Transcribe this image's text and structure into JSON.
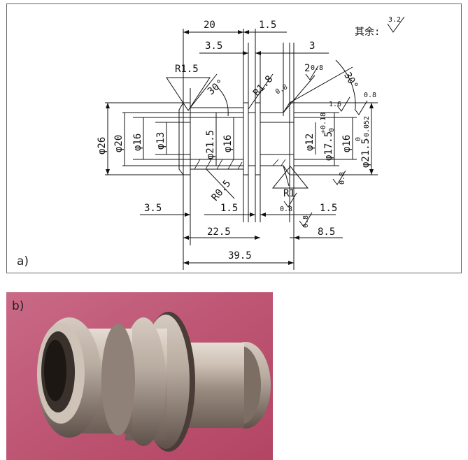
{
  "panel_a": {
    "label": "a)",
    "note_text": "其余:",
    "note_roughness": "3.2",
    "dims": {
      "d_20": "20",
      "d_1_5_top": "1.5",
      "d_3_5_top": "3.5",
      "d_3_top": "3",
      "d_r1_5": "R1.5",
      "d_30_left": "30°",
      "d_r1_8": "R1.8",
      "d_2": "2",
      "d_30_right": "30°",
      "d_phi26": "φ26",
      "d_phi20": "φ20",
      "d_phi16_left": "φ16",
      "d_phi13": "φ13",
      "d_phi21_5_inner": "φ21.5",
      "d_phi16_mid": "φ16",
      "d_phi12": "φ12",
      "d_phi17_5": "φ17.5",
      "d_phi17_5_tol_up": "+0.18",
      "d_phi17_5_tol_low": "0",
      "d_phi16_right": "φ16",
      "d_phi21_5_right": "φ21.5",
      "d_phi21_5_tol_up": "0",
      "d_phi21_5_tol_low": "-0.052",
      "d_r0_5": "R0.5",
      "d_r1": "R1",
      "d_3_5_bottom": "3.5",
      "d_1_5_bottom_mid": "1.5",
      "d_1_5_bottom_right": "1.5",
      "d_22_5": "22.5",
      "d_8_5": "8.5",
      "d_39_5": "39.5",
      "rough_0_8_a": "0.8",
      "rough_0_8_b": "0.8",
      "rough_0_8_c": "0.8",
      "rough_1_6": "1.6",
      "rough_0_8_d": "0.8",
      "rough_0_8_e": "0.8",
      "rough_0_8_f": "0.8"
    }
  },
  "panel_b": {
    "label": "b)"
  }
}
